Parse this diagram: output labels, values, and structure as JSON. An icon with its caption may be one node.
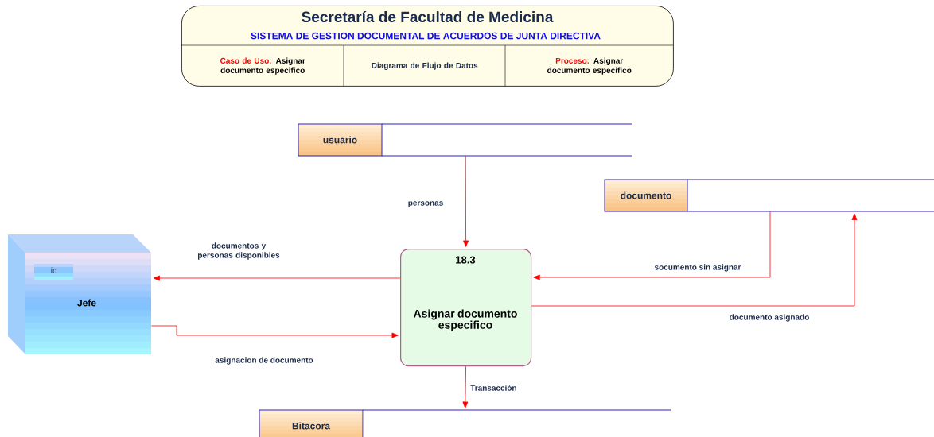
{
  "diagram": {
    "nodes": [
      {
        "text": [
          "Secretaría de Facultad de Medicina",
          "SISTEMA DE GESTION DOCUMENTAL DE ACUERDOS DE JUNTA DIRECTIVA"
        ]
      },
      {
        "text": [
          "Caso de Uso:",
          "Asignar documento especifico"
        ],
        "in": 0
      },
      {
        "text": [
          "Diagrama de Flujo de Datos"
        ],
        "in": 0
      },
      {
        "text": [
          "Proceso:",
          "Asignar documento especifico"
        ],
        "in": 0
      },
      {
        "text": [
          "usuario"
        ]
      },
      {
        "text": [
          "documento"
        ]
      },
      {
        "text": [
          "Jefe"
        ]
      },
      {
        "text": [
          "id"
        ],
        "in": 6
      },
      {
        "text": [
          "18.3",
          "Asignar documento especifico"
        ]
      },
      {
        "text": [
          "Bitacora"
        ]
      }
    ],
    "edges": [
      {
        "from": 4,
        "to": 8,
        "arrow": "to",
        "label": "personas"
      },
      {
        "from": 8,
        "to": 6,
        "arrow": "to",
        "label": "documentos y personas disponibles"
      },
      {
        "from": 6,
        "to": 8,
        "arrow": "to",
        "label": "asignacion de documento"
      },
      {
        "from": 5,
        "to": 8,
        "arrow": "to",
        "label": "socumento sin asignar"
      },
      {
        "from": 8,
        "to": 5,
        "arrow": "to",
        "label": "documento asignado"
      },
      {
        "from": 8,
        "to": 9,
        "arrow": "to",
        "label": "Transacción"
      }
    ]
  }
}
